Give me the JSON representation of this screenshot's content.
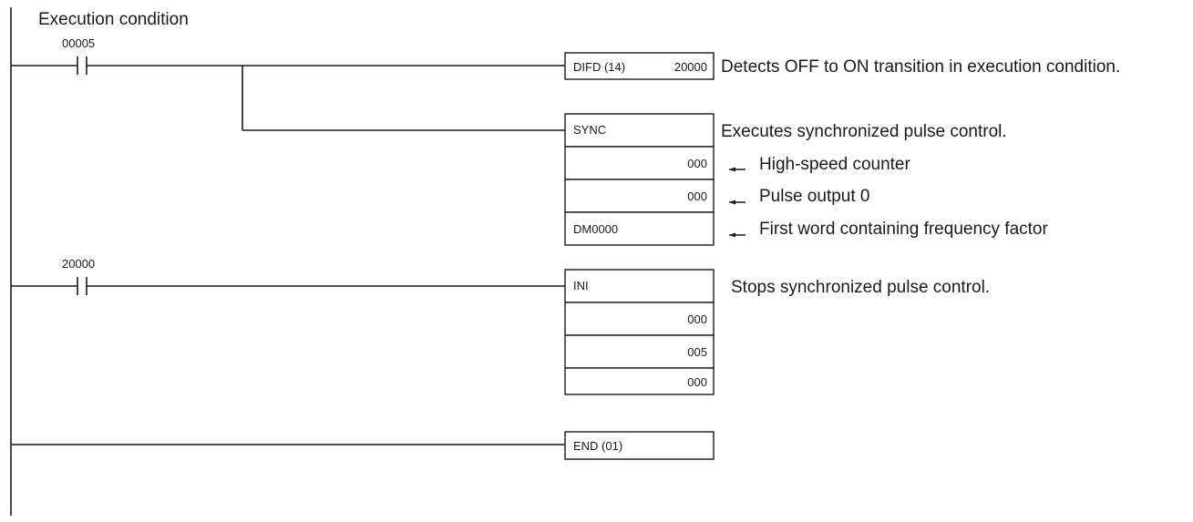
{
  "heading": "Execution condition",
  "rung1": {
    "contact": "00005",
    "difd": {
      "instruction": "DIFD (14)",
      "operand": "20000",
      "note": "Detects OFF to ON transition in execution condition."
    },
    "sync": {
      "instruction": "SYNC",
      "note": "Executes synchronized pulse control.",
      "operands": [
        {
          "value": "000",
          "note": "High-speed counter"
        },
        {
          "value": "000",
          "note": "Pulse output 0"
        },
        {
          "value": "DM0000",
          "note": "First word containing frequency factor"
        }
      ]
    }
  },
  "rung2": {
    "contact": "20000",
    "ini": {
      "instruction": "INI",
      "note": "Stops synchronized pulse control.",
      "operands": [
        "000",
        "005",
        "000"
      ]
    }
  },
  "rung3": {
    "end": "END (01)"
  }
}
